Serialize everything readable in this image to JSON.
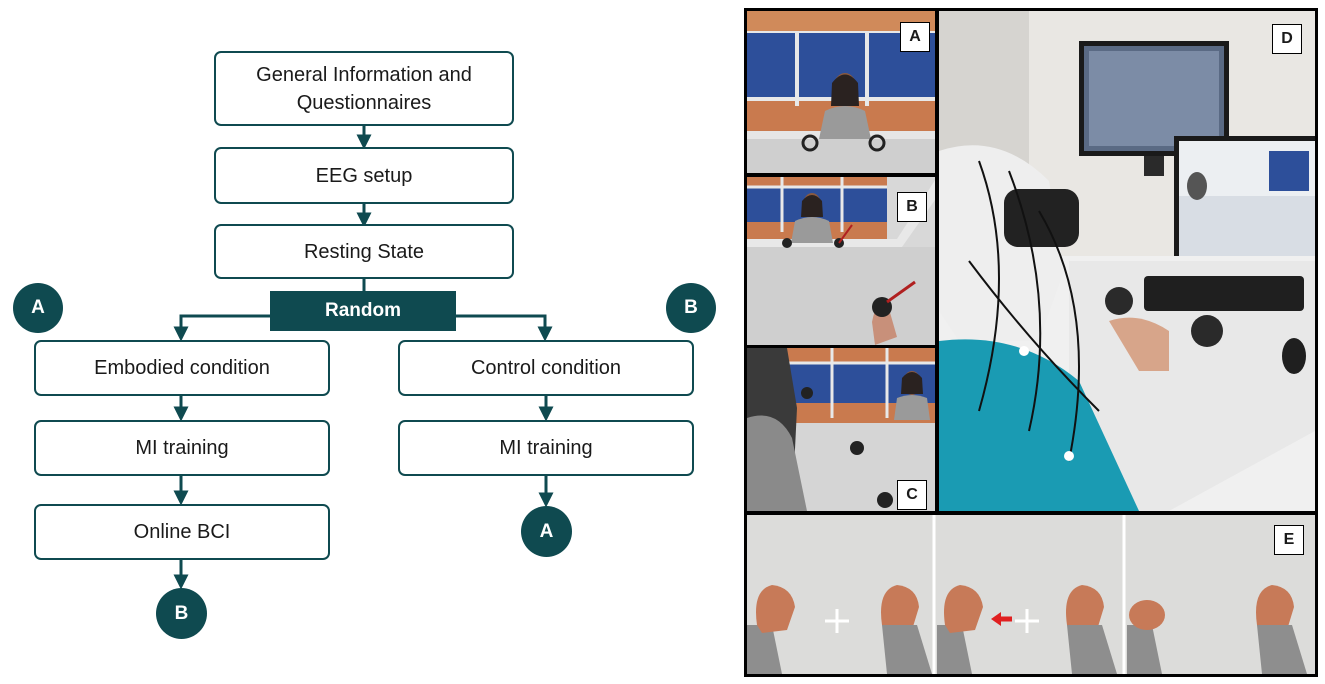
{
  "flowchart": {
    "general_info": "General Information and\nQuestionnaires",
    "eeg_setup": "EEG setup",
    "resting_state": "Resting State",
    "random": "Random",
    "embodied": "Embodied condition",
    "control": "Control condition",
    "mi_training_left": "MI training",
    "mi_training_right": "MI training",
    "online_bci": "Online BCI",
    "connector_left_top": "A",
    "connector_right_top": "B",
    "connector_left_bottom": "B",
    "connector_right_bottom": "A"
  },
  "photos": {
    "label_a": "A",
    "label_b": "B",
    "label_c": "C",
    "label_d": "D",
    "label_e": "E"
  },
  "colors": {
    "accent": "#0f4a50",
    "shirt": "#1a9bb3",
    "hand_arrow": "#e02020"
  }
}
